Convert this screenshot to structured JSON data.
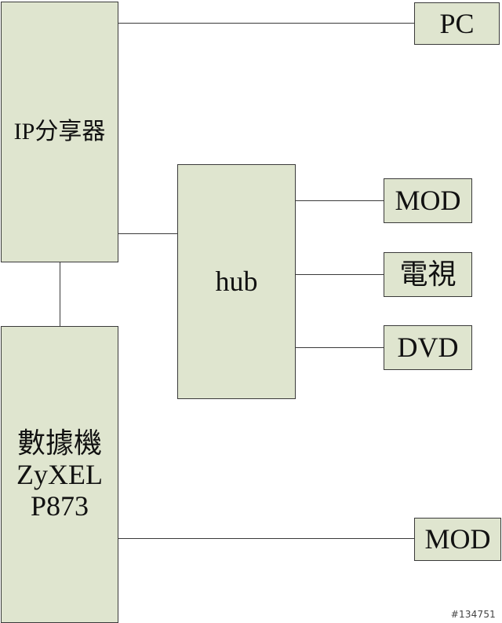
{
  "diagram": {
    "nodes": {
      "ip_router": "IP分享器",
      "modem": [
        "數據機",
        "ZyXEL",
        "P873"
      ],
      "hub": "hub",
      "pc": "PC",
      "mod_top": "MOD",
      "tv": "電視",
      "dvd": "DVD",
      "mod_bottom": "MOD"
    },
    "colors": {
      "box_fill": "#dfe5cf",
      "line": "#3a3a3a"
    }
  },
  "watermark": "#134751"
}
